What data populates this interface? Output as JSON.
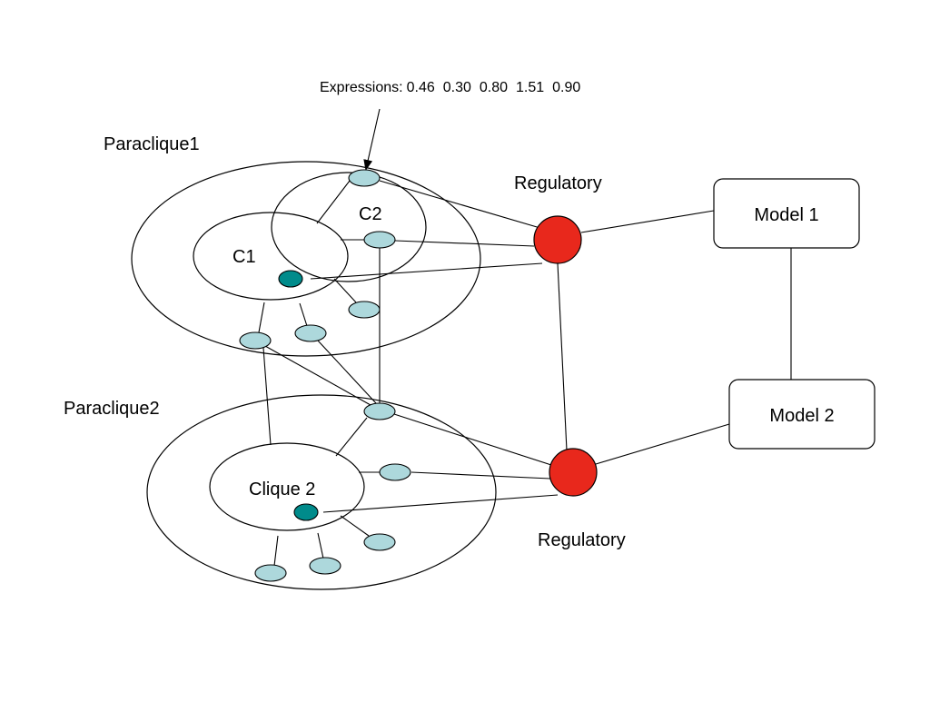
{
  "annotation": {
    "prefix": "Expressions:",
    "values": [
      "0.46",
      "0.30",
      "0.80",
      "1.51",
      "0.90"
    ]
  },
  "groups": {
    "paraclique1": "Paraclique1",
    "paraclique2": "Paraclique2",
    "c1": "C1",
    "c2": "C2",
    "clique2": "Clique 2"
  },
  "regulators": {
    "top_label": "Regulatory",
    "bottom_label": "Regulatory",
    "color": "#e8281c"
  },
  "models": {
    "model1": "Model 1",
    "model2": "Model 2"
  },
  "colors": {
    "gene_light": "#add8dc",
    "gene_dark": "#008b8b"
  }
}
